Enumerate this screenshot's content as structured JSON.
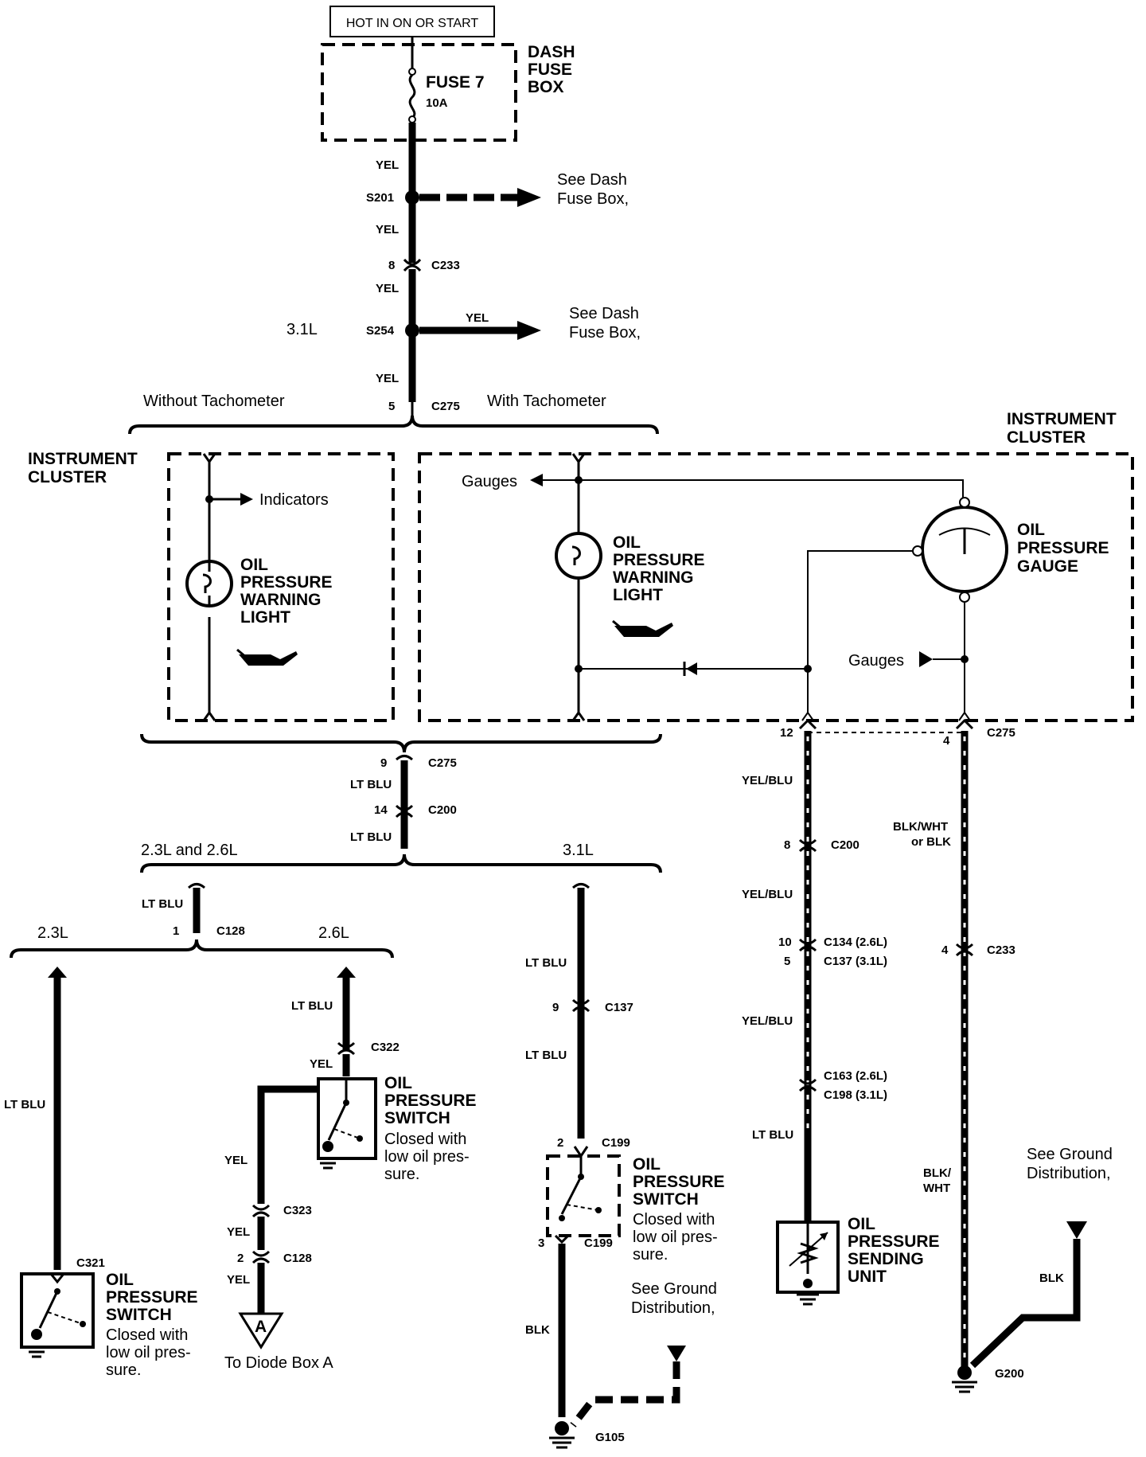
{
  "header": {
    "hot_label": "HOT IN ON OR START",
    "dash_fuse_box": [
      "DASH",
      "FUSE",
      "BOX"
    ],
    "fuse_name": "FUSE 7",
    "fuse_rating": "10A"
  },
  "feed": {
    "yel": "YEL",
    "s201": "S201",
    "see_dash_1": [
      "See Dash",
      "Fuse Box,"
    ],
    "c233_pin": "8",
    "c233": "C233",
    "engine_31": "3.1L",
    "s254": "S254",
    "see_dash_2": [
      "See Dash",
      "Fuse Box,"
    ],
    "c275_pin": "5",
    "c275": "C275",
    "without_tach": "Without Tachometer",
    "with_tach": "With Tachometer"
  },
  "cluster_left": {
    "title": [
      "INSTRUMENT",
      "CLUSTER"
    ],
    "indicators": "Indicators",
    "light_label": [
      "OIL",
      "PRESSURE",
      "WARNING",
      "LIGHT"
    ]
  },
  "cluster_right": {
    "title": [
      "INSTRUMENT",
      "CLUSTER"
    ],
    "gauges_top": "Gauges",
    "light_label": [
      "OIL",
      "PRESSURE",
      "WARNING",
      "LIGHT"
    ],
    "gauge_label": [
      "OIL",
      "PRESSURE",
      "GAUGE"
    ],
    "gauges_bottom": "Gauges"
  },
  "middle": {
    "c275_pin": "9",
    "c275": "C275",
    "ltblu": "LT BLU",
    "c200_pin": "14",
    "c200": "C200",
    "eng_23_26": "2.3L and 2.6L",
    "eng_31": "3.1L",
    "c128_pin": "1",
    "c128": "C128",
    "eng_23": "2.3L",
    "eng_26": "2.6L"
  },
  "branch_23": {
    "ltblu": "LT BLU",
    "c321": "C321",
    "switch_label": [
      "OIL",
      "PRESSURE",
      "SWITCH"
    ],
    "switch_note": [
      "Closed with",
      "low oil pres-",
      "sure."
    ]
  },
  "branch_26": {
    "ltblu": "LT BLU",
    "c322": "C322",
    "yel": "YEL",
    "switch_label": [
      "OIL",
      "PRESSURE",
      "SWITCH"
    ],
    "switch_note": [
      "Closed with",
      "low oil pres-",
      "sure."
    ],
    "c323": "C323",
    "c128_pin": "2",
    "c128": "C128",
    "diode_letter": "A",
    "diode_label": "To Diode Box A"
  },
  "branch_31": {
    "ltblu": "LT BLU",
    "c137_pin": "9",
    "c137": "C137",
    "c199_pin_top": "2",
    "c199": "C199",
    "c199_pin_bot": "3",
    "switch_label": [
      "OIL",
      "PRESSURE",
      "SWITCH"
    ],
    "switch_note": [
      "Closed with",
      "low oil pres-",
      "sure."
    ],
    "blk": "BLK",
    "see_ground": [
      "See Ground",
      "Distribution,"
    ],
    "g105": "G105"
  },
  "sender": {
    "c275_pin": "12",
    "yelblu": "YEL/BLU",
    "c200_pin": "8",
    "c200": "C200",
    "c134_pin": "10",
    "c134": "C134 (2.6L)",
    "c137_pin": "5",
    "c137": "C137 (3.1L)",
    "c163": "C163 (2.6L)",
    "c198": "C198 (3.1L)",
    "ltblu": "LT BLU",
    "label": [
      "OIL",
      "PRESSURE",
      "SENDING",
      "UNIT"
    ]
  },
  "ground_wire": {
    "c275_pin": "4",
    "c275": "C275",
    "blkwht_or_blk": [
      "BLK/WHT",
      "or BLK"
    ],
    "c233_pin": "4",
    "c233": "C233",
    "blkwht": [
      "BLK/",
      "WHT"
    ],
    "see_ground": [
      "See Ground",
      "Distribution,"
    ],
    "blk": "BLK",
    "g200": "G200"
  }
}
